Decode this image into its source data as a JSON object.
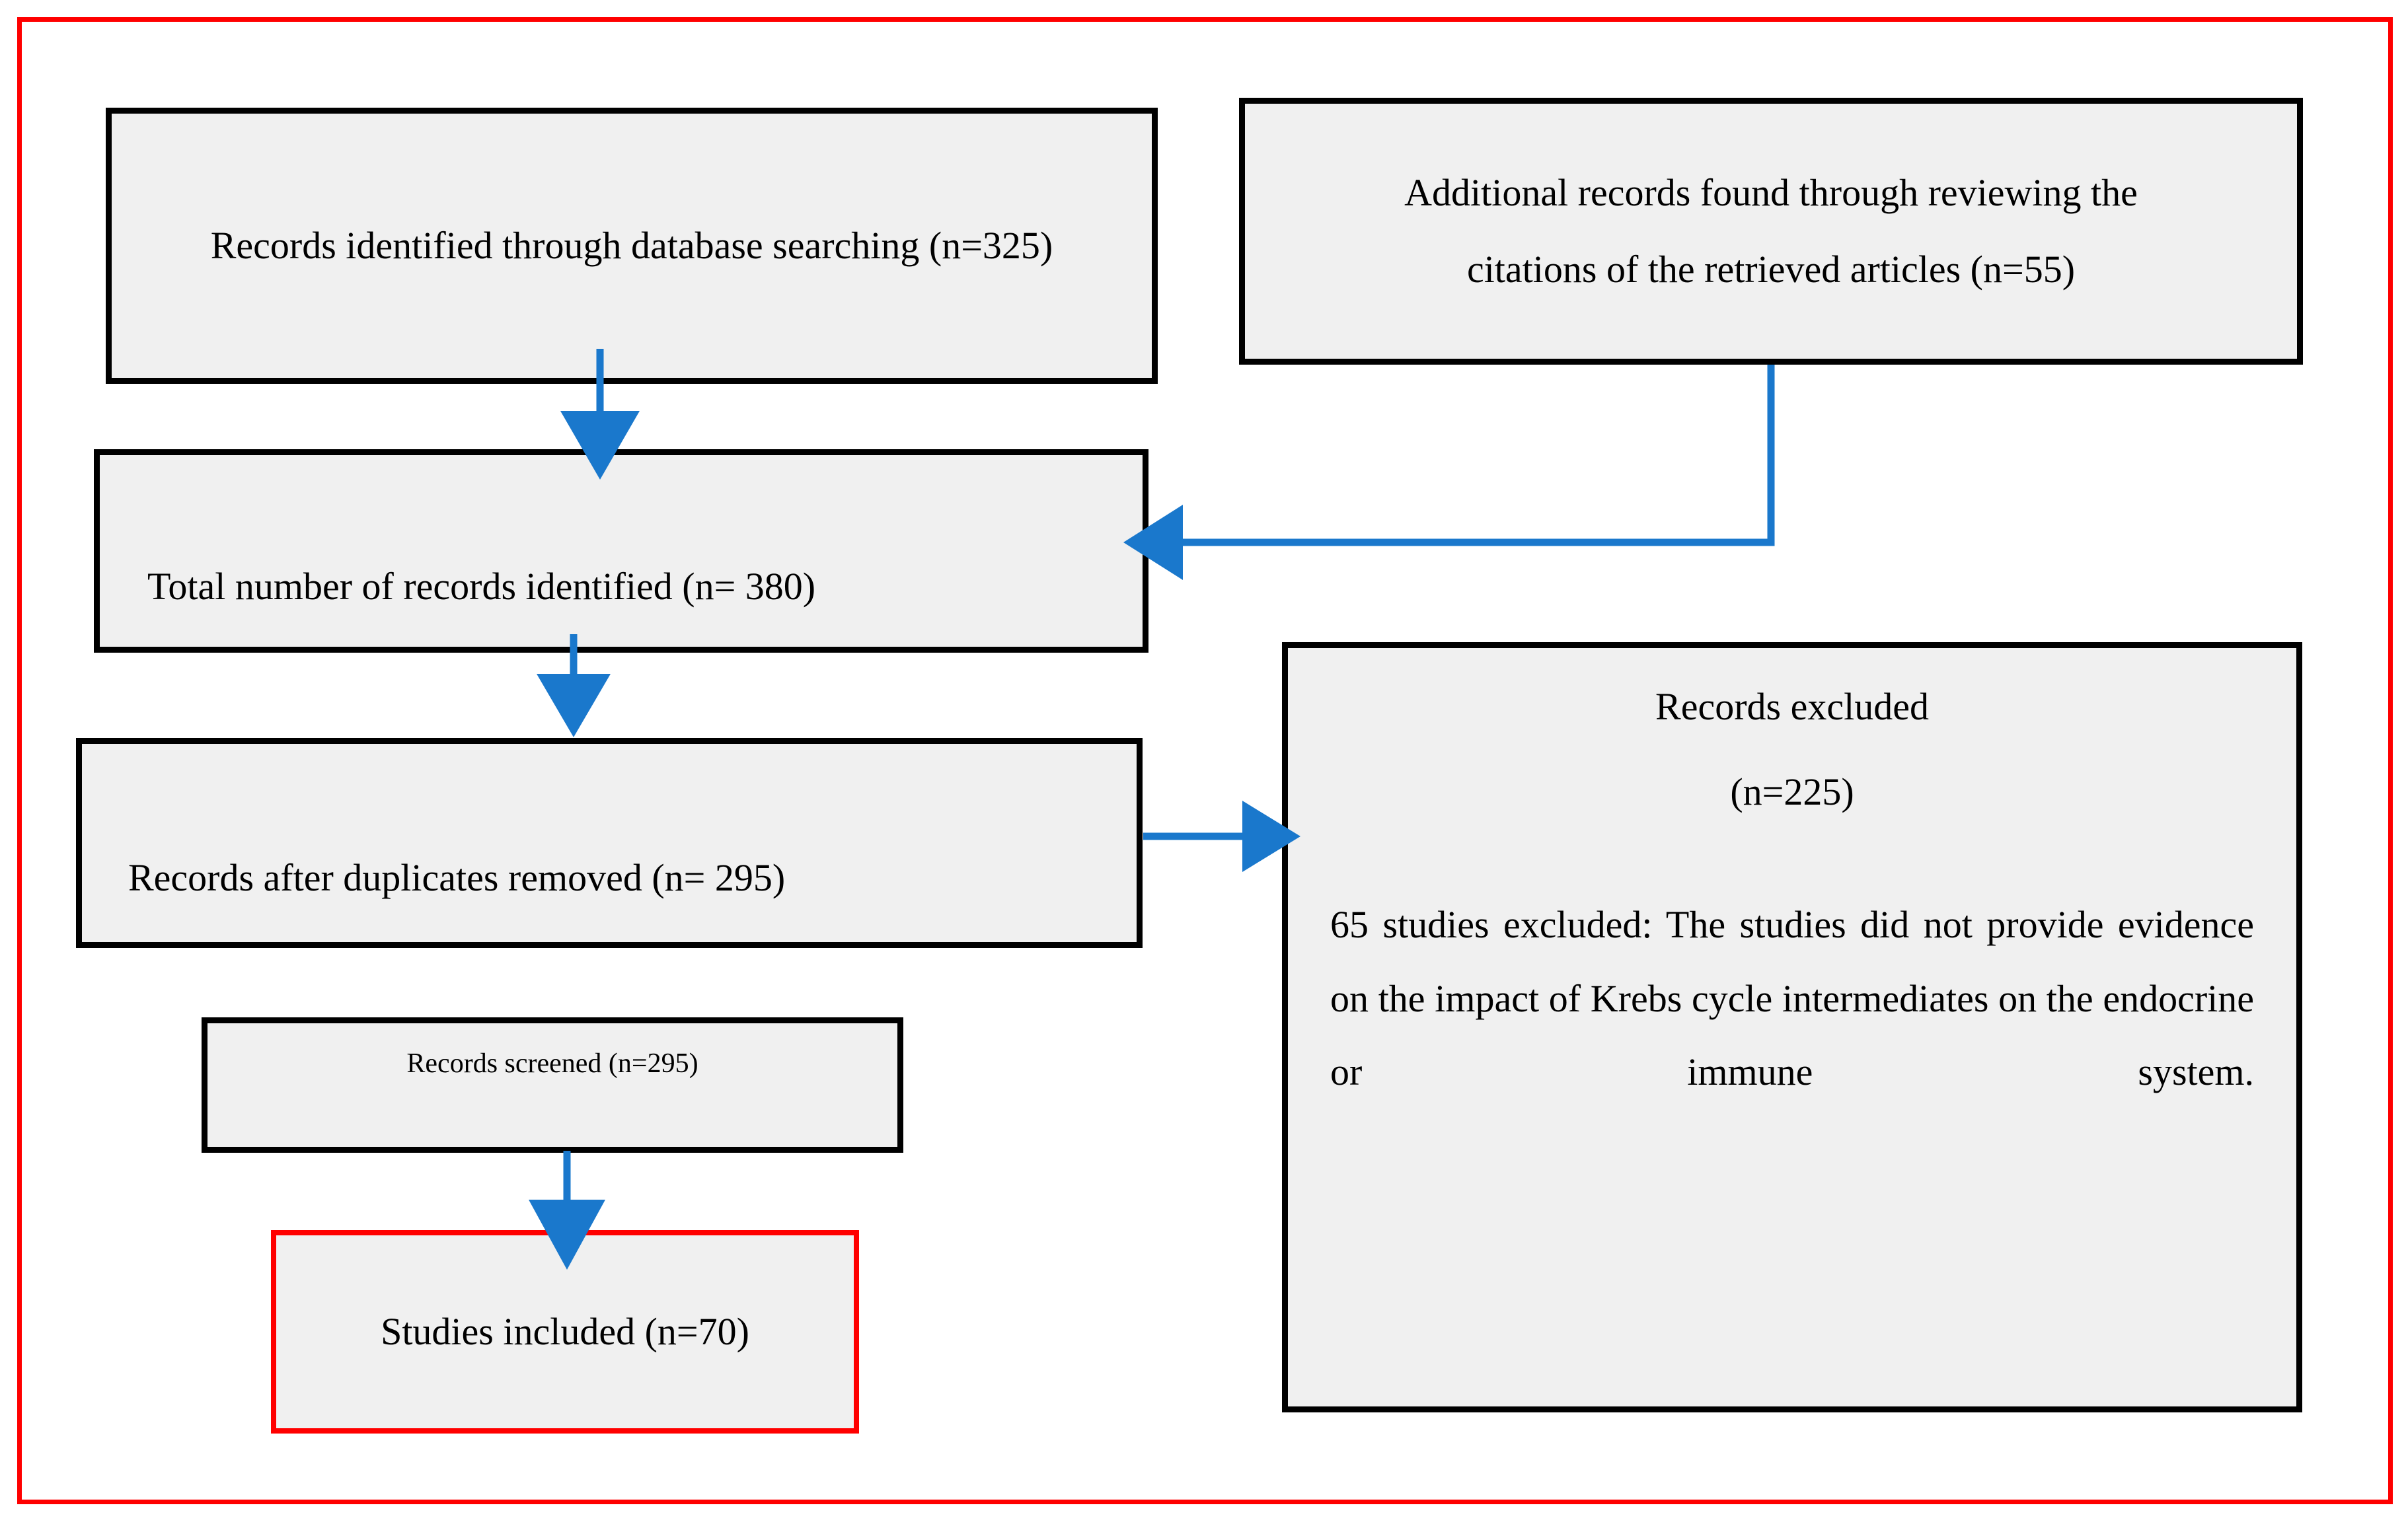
{
  "figure": {
    "kind": "prisma-flow-diagram",
    "frame_color": "#ff0000",
    "box_fill": "#f0f0f0",
    "box_border_color": "#000000",
    "highlight_border_color": "#ff0000",
    "connector_color": "#1a78cc"
  },
  "boxes": {
    "database_search": {
      "label": "Records identified through database searching (n=325)",
      "count": 325
    },
    "additional_records": {
      "label": "Additional records found through reviewing the\ncitations of the retrieved articles (n=55)",
      "count": 55
    },
    "total_identified": {
      "label": "Total number of records identified (n= 380)",
      "count": 380
    },
    "after_duplicates": {
      "label": "Records after duplicates removed (n= 295)",
      "count": 295
    },
    "records_screened": {
      "label": "Records screened (n=295)",
      "count": 295
    },
    "studies_included": {
      "label": "Studies included (n=70)",
      "count": 70
    },
    "records_excluded": {
      "title": "Records excluded",
      "count_label": "(n=225)",
      "count": 225,
      "detail": "65 studies excluded: The studies did not provide evidence on the impact of Krebs cycle intermediates on the endocrine or immune system."
    }
  },
  "connectors": [
    {
      "name": "db-search-to-total",
      "from": "database_search",
      "to": "total_identified",
      "direction": "down"
    },
    {
      "name": "additional-to-total",
      "from": "additional_records",
      "to": "total_identified",
      "direction": "left-elbow"
    },
    {
      "name": "total-to-after-duplicates",
      "from": "total_identified",
      "to": "after_duplicates",
      "direction": "down"
    },
    {
      "name": "after-duplicates-to-excluded",
      "from": "after_duplicates",
      "to": "records_excluded",
      "direction": "right"
    },
    {
      "name": "screened-to-included",
      "from": "records_screened",
      "to": "studies_included",
      "direction": "down"
    }
  ]
}
